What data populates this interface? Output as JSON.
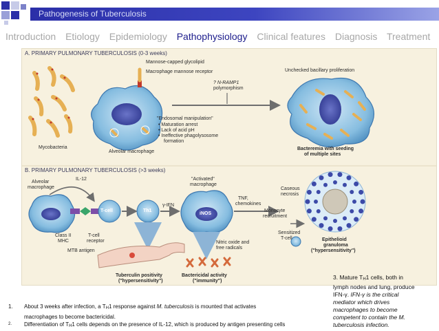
{
  "slide_title": "Pathogenesis of Tuberculosis",
  "tabs": [
    "Introduction",
    "Etiology",
    "Epidemiology",
    "Pathophysiology",
    "Clinical features",
    "Diagnosis",
    "Treatment"
  ],
  "active_tab_index": 3,
  "colors": {
    "title_bar": "#3d45c0",
    "active_tab": "#1c1c8c",
    "inactive_tab": "#a7a7a7",
    "figure_bg": "#f7f1df",
    "macrophage": "#6fa9d4",
    "bacilli": "#e3a545"
  },
  "figure": {
    "section_a": "A. PRIMARY PULMONARY TUBERCULOSIS (0-3 weeks)",
    "section_b": "B. PRIMARY PULMONARY TUBERCULOSIS (>3 weeks)",
    "a_labels": {
      "glycolipid": "Mannose-capped glycolipid",
      "receptor": "Macrophage mannose receptor",
      "nramp1_line1": "? N-RAMP1",
      "nramp1_line2": "polymorphism",
      "unchecked": "Unchecked bacillary proliferation",
      "endosomal": "\"Endosomal manipulation\"",
      "bullet1": "• Maturation arrest",
      "bullet2": "• Lack of acid pH",
      "bullet3": "• Ineffective phagolysosome",
      "bullet3b": "formation",
      "mycobacteria": "Mycobacteria",
      "alveolar_macrophage": "Alveolar macrophage",
      "bacteremia_line1": "Bacteremia with seeding",
      "bacteremia_line2": "of multiple sites"
    },
    "b_labels": {
      "alveolar_line1": "Alveolar",
      "alveolar_line2": "macrophage",
      "il12": "IL-12",
      "activated_line1": "\"Activated\"",
      "activated_line2": "macrophage",
      "caseous_line1": "Caseous",
      "caseous_line2": "necrosis",
      "tcell": "T-cell",
      "th1": "Th1",
      "ifn": "γ-IFN",
      "inos": "iNOS",
      "tnf_line1": "TNF,",
      "tnf_line2": "chemokines",
      "monocyte_line1": "Monocyte",
      "monocyte_line2": "recruitment",
      "class2_line1": "Class II",
      "class2_line2": "MHC",
      "tcr_line1": "T-cell",
      "tcr_line2": "receptor",
      "mtb": "MTB antigen",
      "nitric_line1": "Nitric oxide and",
      "nitric_line2": "free radicals",
      "sensitized_line1": "Sensitized",
      "sensitized_line2": "T-cell",
      "epithelioid_line1": "Epithelioid",
      "epithelioid_line2": "granuloma",
      "epithelioid_line3": "(\"hypersensitivity\")",
      "tuberculin_line1": "Tuberculin positivity",
      "tuberculin_line2": "(\"hypersensitivity\")",
      "bactericidal_line1": "Bactericidal activity",
      "bactericidal_line2": "(\"immunity\")"
    }
  },
  "side_note": {
    "line1_pre": "3. Mature T",
    "line1_sub": "H",
    "line1_post": "1 cells, both in",
    "line2": "lymph nodes and lung, produce",
    "line3_pre": "IFN-γ. ",
    "line3_it": "IFN-γ is the critical",
    "line4": "mediator which drives",
    "line5": "macrophages to become",
    "line6": "competent to contain the M.",
    "line7": "tuberculosis infection."
  },
  "notes": [
    {
      "num": "1.",
      "pre": "About 3 weeks after infection, a T",
      "sub": "H",
      "mid": "1 response against ",
      "italic": "M. tuberculosis",
      "post": " is mounted that activates"
    },
    {
      "num": "",
      "text": "macrophages to become bactericidal."
    },
    {
      "num": "2.",
      "pre": "Differentiation of T",
      "sub": "H",
      "post": "1 cells depends on the presence of IL-12, which is produced by antigen presenting cells"
    }
  ]
}
